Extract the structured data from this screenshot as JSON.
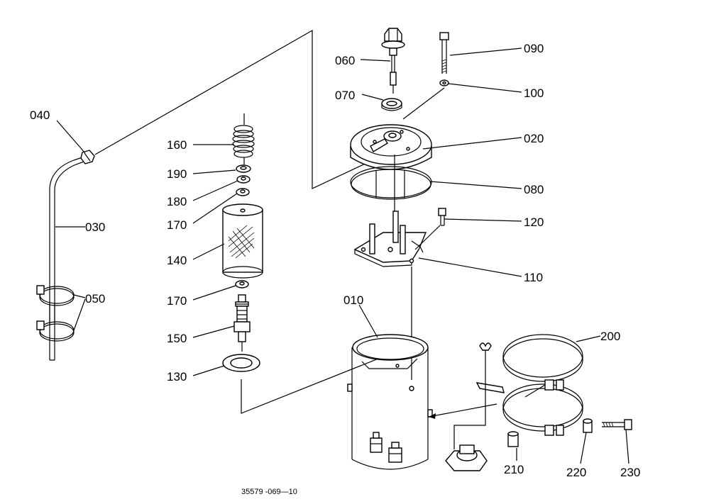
{
  "diagram": {
    "drawing_code": "35579 -069—10",
    "callouts": [
      "010",
      "020",
      "030",
      "040",
      "050",
      "060",
      "070",
      "080",
      "090",
      "100",
      "110",
      "120",
      "130",
      "140",
      "150",
      "160",
      "170",
      "170",
      "180",
      "190",
      "200",
      "210",
      "220",
      "230"
    ]
  }
}
